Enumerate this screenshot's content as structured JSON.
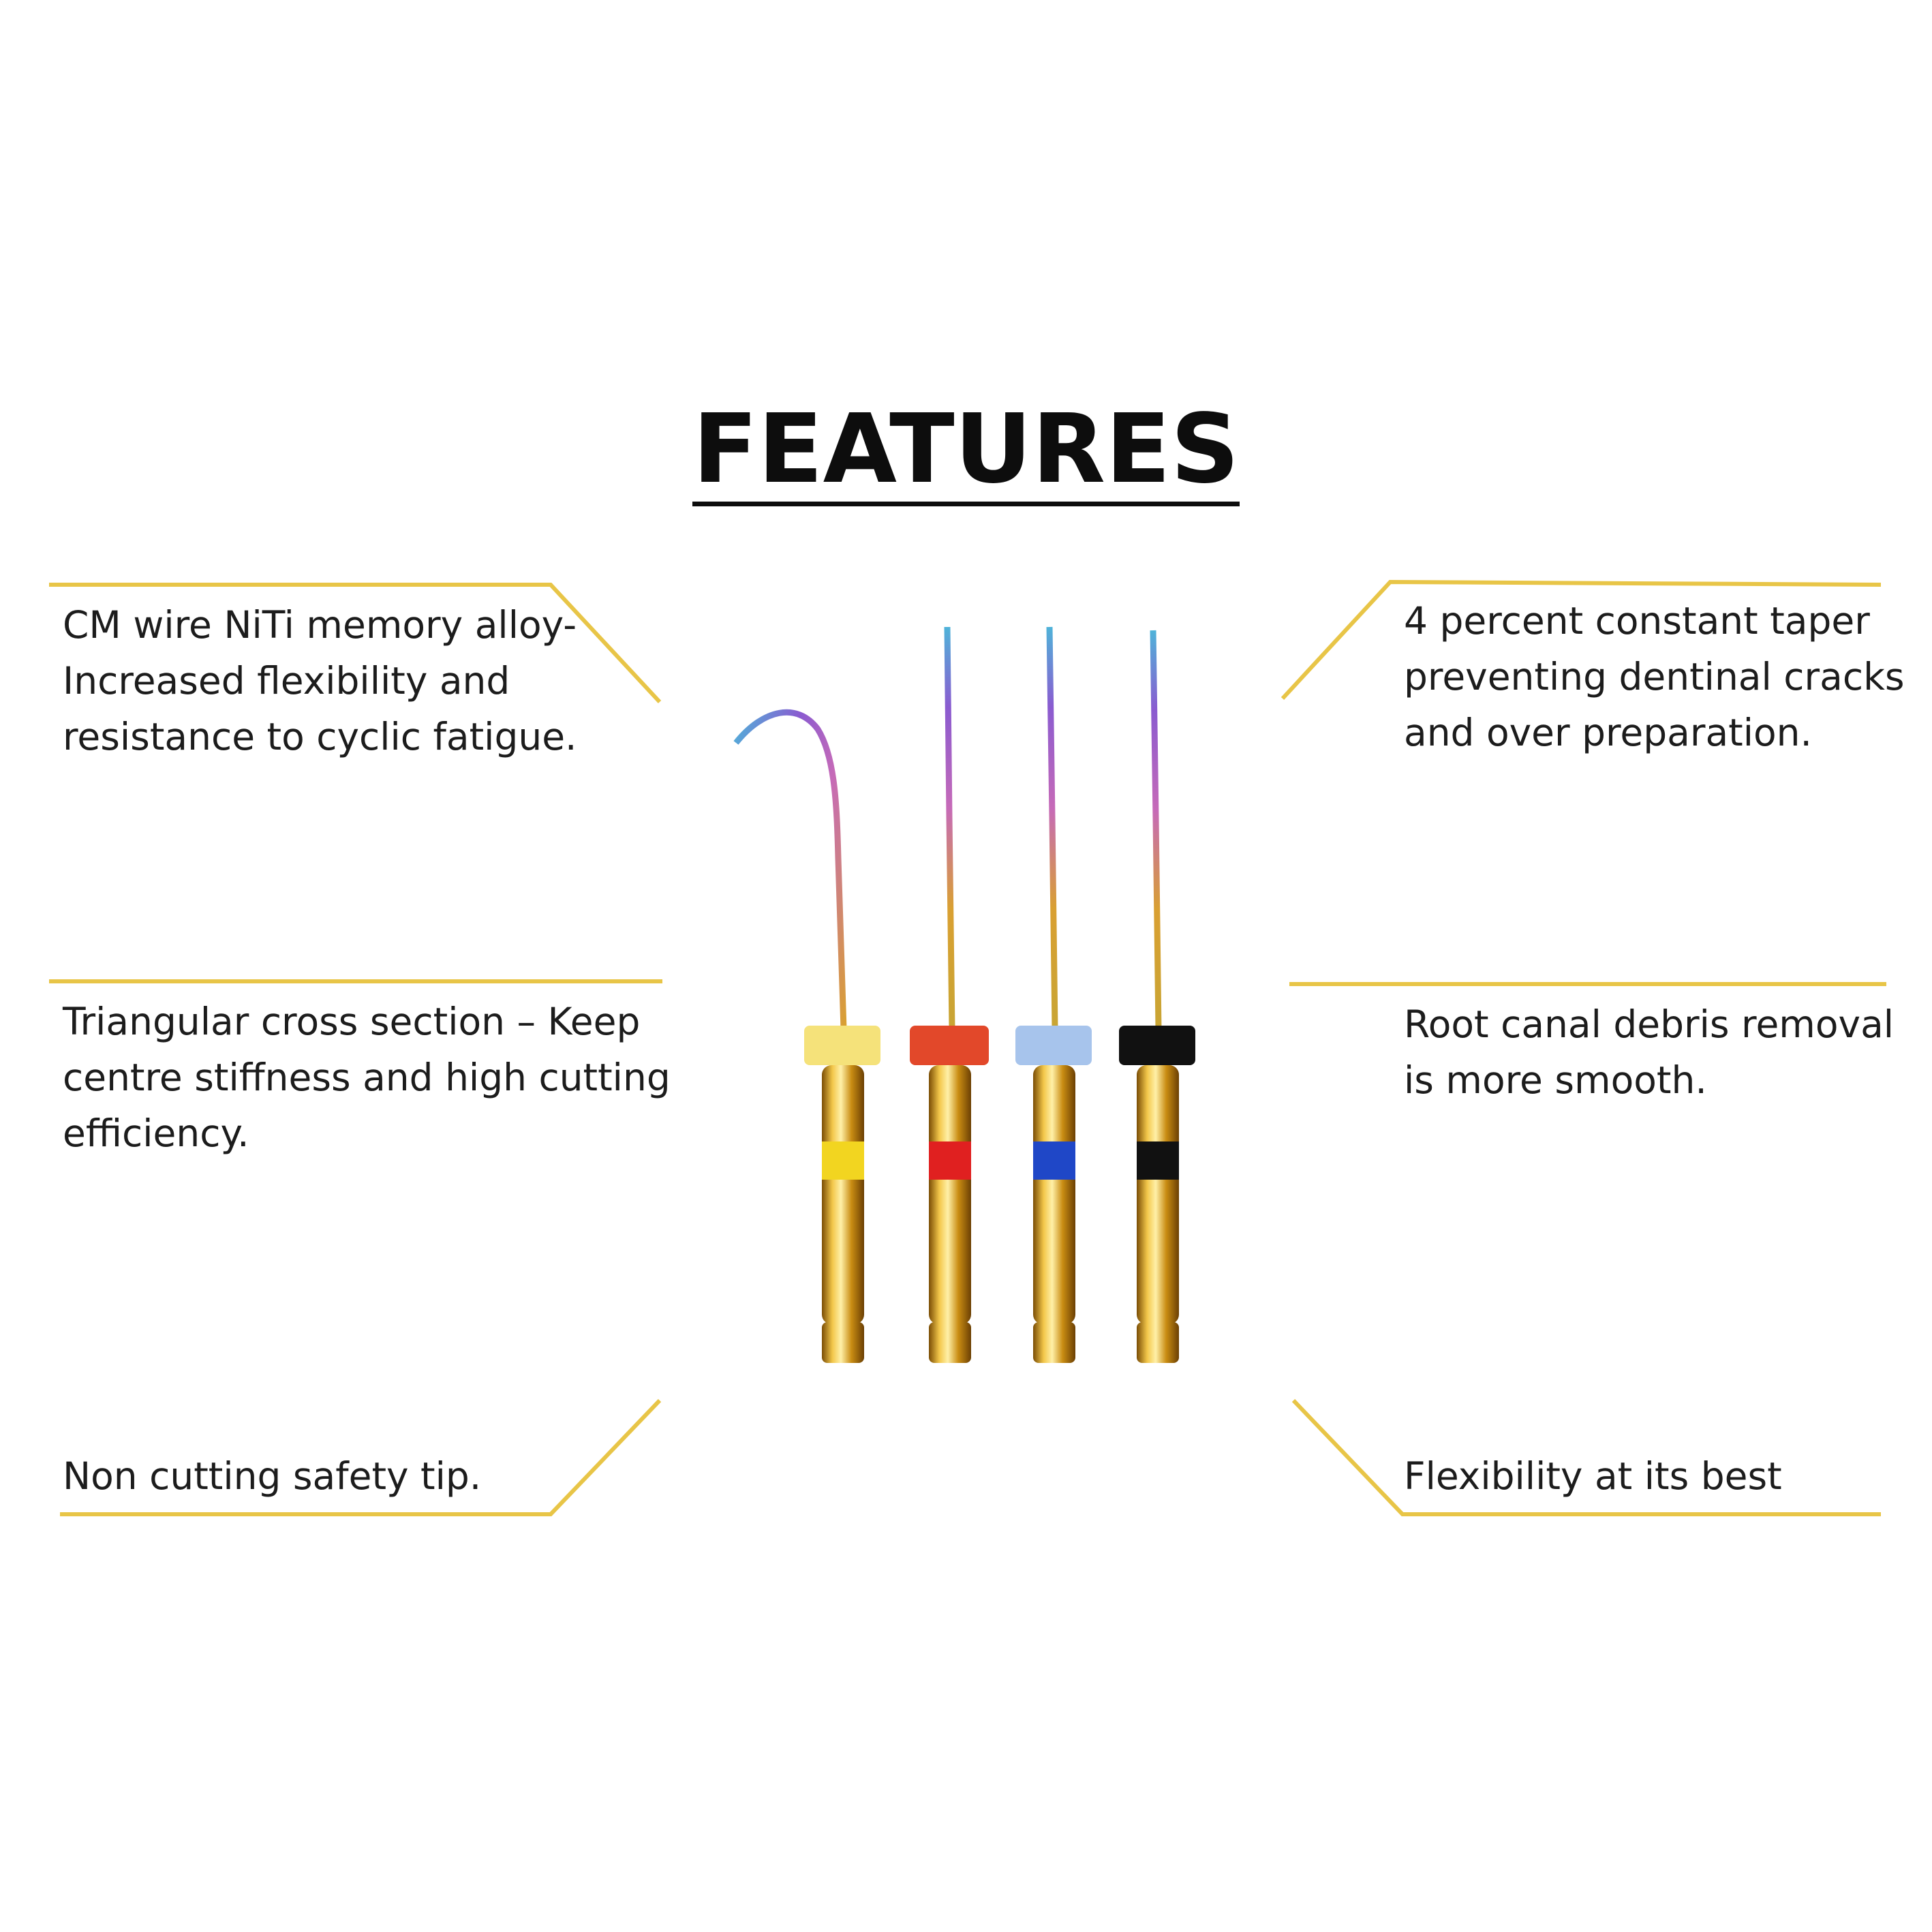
{
  "title": "FEATURES",
  "colors": {
    "accent_line": "#e8c547",
    "text": "#1c1c1c",
    "file_gold": "#d4a017"
  },
  "features": {
    "top_left": [
      "CM wire NiTi memory alloy-",
      "Increased flexibility and",
      "resistance to cyclic fatigue."
    ],
    "top_right": [
      "4 percent constant taper",
      "preventing dentinal cracks",
      "and over preparation."
    ],
    "middle_left": [
      "Triangular cross section – Keep",
      "centre stiffness and high cutting",
      "efficiency."
    ],
    "middle_right": [
      "Root canal debris removal",
      "is more smooth."
    ],
    "bottom_left": [
      "Non cutting safety tip."
    ],
    "bottom_right": [
      "Flexibility at its best"
    ]
  },
  "files": [
    {
      "name": "yellow-file",
      "color": "#f5e27a",
      "band": "#f2d520",
      "bent": true
    },
    {
      "name": "red-file",
      "color": "#e2482a",
      "band": "#e02020",
      "bent": false
    },
    {
      "name": "blue-file",
      "color": "#a7c4ec",
      "band": "#1f47c7",
      "bent": false
    },
    {
      "name": "black-file",
      "color": "#111111",
      "band": "#111111",
      "bent": false
    }
  ]
}
